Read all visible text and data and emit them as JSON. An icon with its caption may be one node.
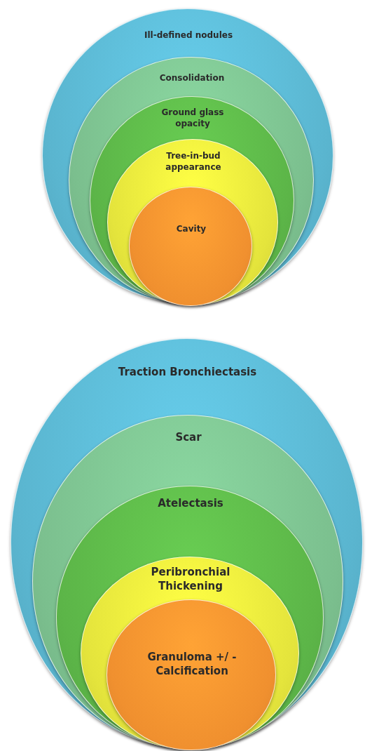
{
  "diagram": {
    "nodes": [
      {
        "text": [
          "Ill-defined nodules"
        ]
      },
      {
        "text": [
          "Consolidation"
        ],
        "in": 0
      },
      {
        "text": [
          "Ground glass opacity"
        ],
        "in": 1
      },
      {
        "text": [
          "Tree-in-bud appearance"
        ],
        "in": 2
      },
      {
        "text": [
          "Cavity"
        ],
        "in": 3
      },
      {
        "text": [
          "Traction Bronchiectasis"
        ]
      },
      {
        "text": [
          "Scar"
        ],
        "in": 5
      },
      {
        "text": [
          "Atelectasis"
        ],
        "in": 6
      },
      {
        "text": [
          "Peribronchial Thickening"
        ],
        "in": 7
      },
      {
        "text": [
          "Granuloma +/ - Calcification"
        ],
        "in": 8
      }
    ]
  }
}
